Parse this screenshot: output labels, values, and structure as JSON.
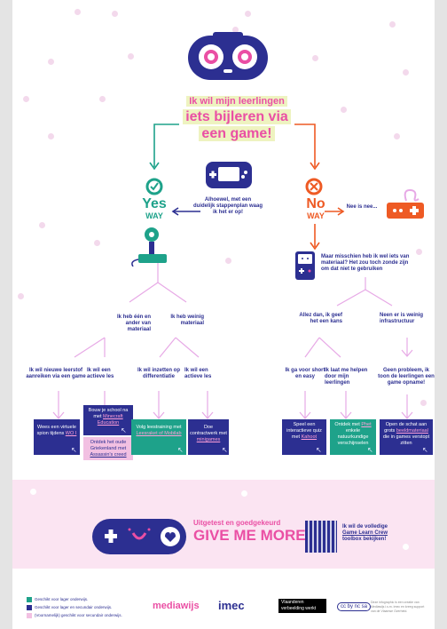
{
  "title": {
    "line1": "Ik wil mijn leerlingen",
    "line2": "iets bijleren via",
    "line3": "een game!"
  },
  "yes": {
    "word": "Yes",
    "sub": "WAY"
  },
  "no": {
    "word": "No",
    "sub": "WAY"
  },
  "middle_text": "Alhoewel, met een duidelijk stappenplan waag ik het er op!",
  "nee_text": "Nee is nee...",
  "maybe_text": "Maar misschien heb ik wel iets van materiaal? Het zou toch zonde zijn om dat niet te gebruiken",
  "branches": {
    "left_a": "Ik heb één en ander van materiaal",
    "left_b": "Ik heb weinig materiaal",
    "right_a": "Allez dan, ik geef het een kans",
    "right_b": "Neen er is weinig infrastructuur"
  },
  "options": {
    "o1": "Ik wil nieuwe leerstof aanreiken via een game",
    "o2": "Ik wil een actieve les",
    "o3": "Ik wil inzetten op differentiatie",
    "o4": "Ik wil een actieve les",
    "o5": "Ik ga voor short en easy",
    "o6": "Ik laat me helpen door mijn leerlingen",
    "o7": "Geen probleem, ik toon de leerlingen een game opname!"
  },
  "boxes": {
    "b1": {
      "text": "Wees een virtuele spion tijdens",
      "link": "WO I"
    },
    "b2": {
      "text": "Bouw je school na met",
      "link": "Minecraft Education"
    },
    "b3": {
      "text": "Ontdek het oude Griekenland met",
      "link": "Assassin's creed"
    },
    "b4": {
      "text": "Volg leestraining met",
      "link": "Leesraket of Mobilab"
    },
    "b5": {
      "text": "Doe contractwerk met",
      "link": "minigames"
    },
    "b6": {
      "text": "Speel een interactieve quiz met",
      "link": "Kahoot"
    },
    "b7": {
      "text": "Ontdek met",
      "link": "Phet",
      "text2": "enkele natuurkundige verschijnselen"
    },
    "b8": {
      "text": "Open de schat aan grots",
      "link": "beeldmateriaal",
      "text2": "die in games verstopt zitten"
    }
  },
  "banner": {
    "sub": "Uitgetest en goedgekeurd",
    "main": "GIVE ME MORE",
    "cta1": "Ik wil de volledige",
    "cta_link": "Game Learn Crew",
    "cta2": "toolbox bekijken!"
  },
  "legend": [
    {
      "color": "#1ea28a",
      "label": "Geschikt voor lager onderwijs."
    },
    {
      "color": "#2c2f91",
      "label": "Geschikt voor lager en secundair onderwijs."
    },
    {
      "color": "#f2c0e2",
      "label": "(Voornamelijk) geschikt voor secundair onderwijs."
    }
  ],
  "logos": {
    "mediawijs": "mediawijs",
    "imec": "imec",
    "vlaanderen": "Vlaanderen",
    "vlaanderen_sub": "verbeelding werkt",
    "license": "cc by nc sa"
  },
  "fineprint": "Deze infographic is een creatie van Mediawijs i.s.m. imec en kreeg support van de Vlaamse Overheid.",
  "colors": {
    "navy": "#2c2f91",
    "pink": "#ea4fa4",
    "green": "#1ea28a",
    "orange": "#ee5a24",
    "lilac": "#e7a9e6"
  }
}
